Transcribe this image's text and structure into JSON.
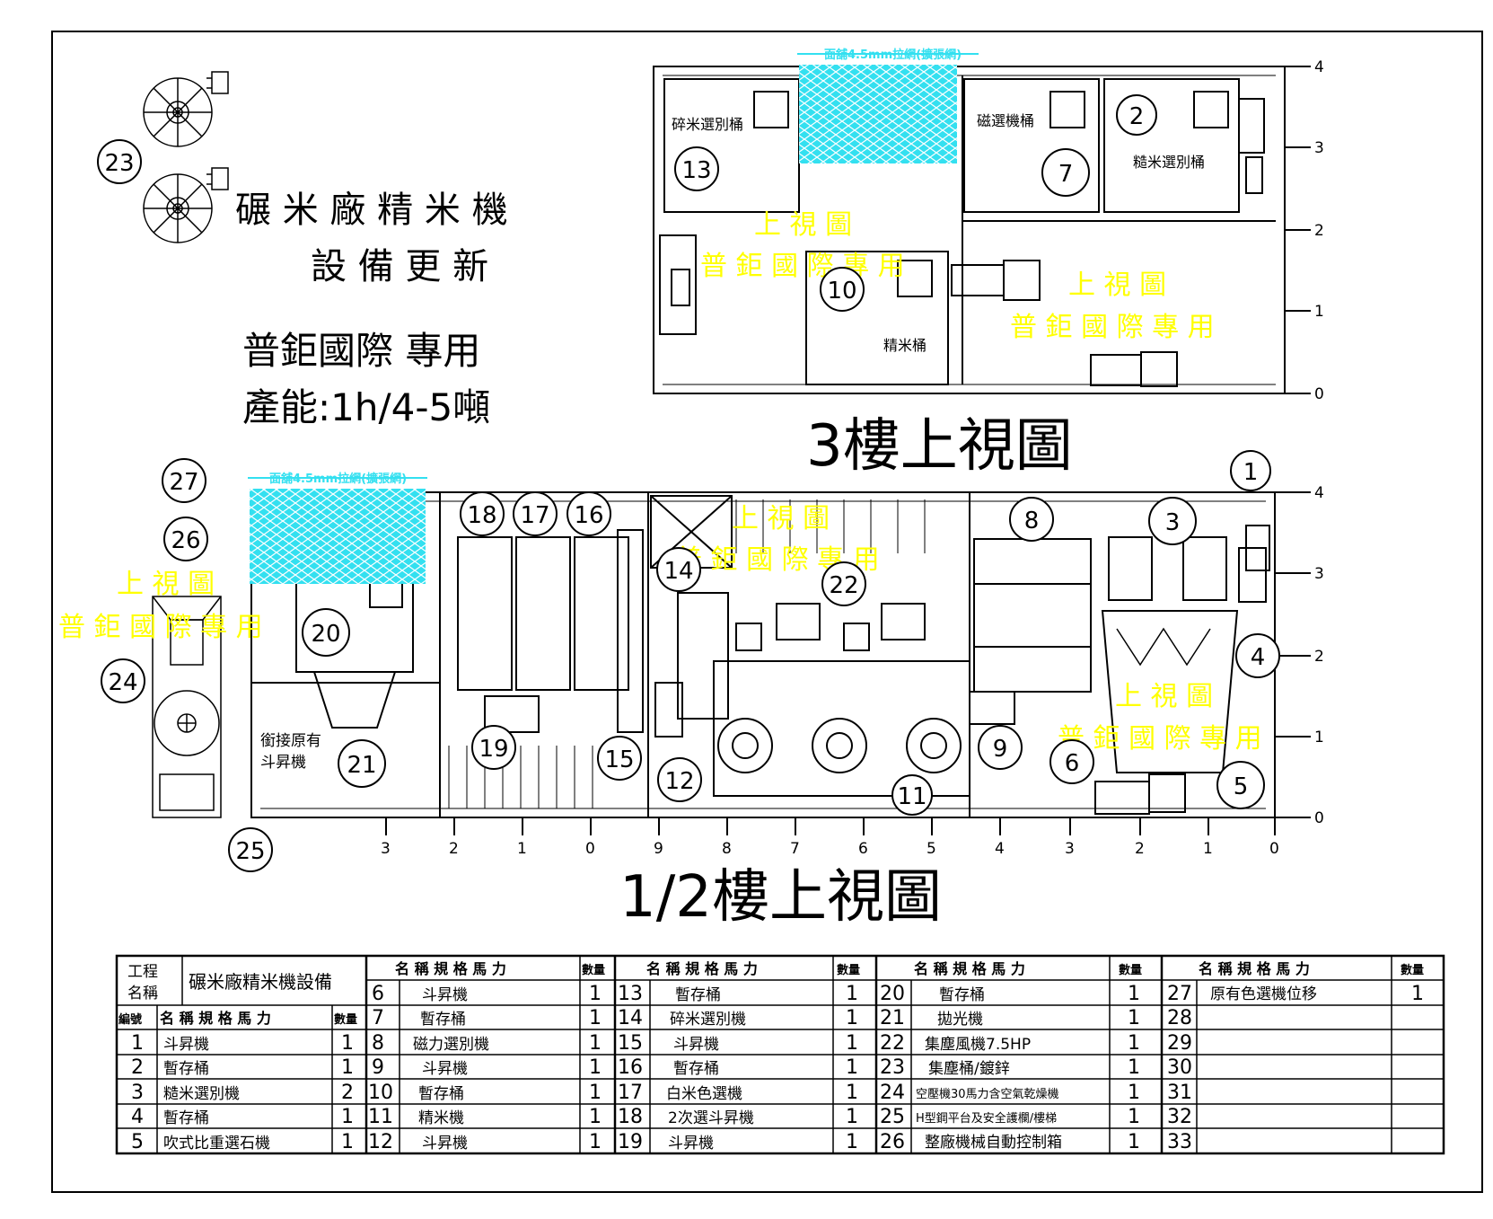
{
  "title": {
    "line1": "碾 米 廠 精 米 機",
    "line2": "設 備 更 新",
    "owner": "普鉅國際 專用",
    "capacity": "產能:1h/4-5噸"
  },
  "views": {
    "floor3": "3樓上視圖",
    "floor12": "1/2樓上視圖"
  },
  "watermark": {
    "line1": "上 視 圖",
    "line2": "普 鉅 國 際 專 用"
  },
  "mesh_label": "面舖4.5mm拉網(擴張網)",
  "floor3_labels": {
    "broken_rice": "碎米選別桶",
    "magnetic": "磁選機桶",
    "brown_rice": "糙米選別桶",
    "polish": "精米桶"
  },
  "floor12_labels": {
    "connect": "銜接原有",
    "elevator": "斗昇機"
  },
  "floor3_ticks": [
    "4",
    "3",
    "2",
    "1",
    "0"
  ],
  "floor12_ticks": [
    "4",
    "3",
    "2",
    "1",
    "0"
  ],
  "bottom_ticks": [
    "3",
    "2",
    "1",
    "0",
    "9",
    "8",
    "7",
    "6",
    "5",
    "4",
    "3",
    "2",
    "1",
    "0"
  ],
  "callouts": [
    "1",
    "2",
    "3",
    "4",
    "5",
    "6",
    "7",
    "8",
    "9",
    "10",
    "11",
    "12",
    "13",
    "14",
    "15",
    "16",
    "17",
    "18",
    "19",
    "20",
    "21",
    "22",
    "23",
    "24",
    "25",
    "26",
    "27"
  ],
  "table": {
    "project_label_1": "工程",
    "project_label_2": "名稱",
    "project_name": "碾米廠精米機設備",
    "header_no": "編號",
    "header_name": "名 稱 規 格 馬 力",
    "header_qty": "數量",
    "left_rows": [
      {
        "no": "1",
        "name": "斗昇機",
        "qty": "1"
      },
      {
        "no": "2",
        "name": "暫存桶",
        "qty": "1"
      },
      {
        "no": "3",
        "name": "糙米選別機",
        "qty": "2"
      },
      {
        "no": "4",
        "name": "暫存桶",
        "qty": "1"
      },
      {
        "no": "5",
        "name": "吹式比重選石機",
        "qty": "1"
      }
    ],
    "columns": [
      [
        {
          "no": "6",
          "name": "斗昇機",
          "qty": "1"
        },
        {
          "no": "7",
          "name": "暫存桶",
          "qty": "1"
        },
        {
          "no": "8",
          "name": "磁力選別機",
          "qty": "1"
        },
        {
          "no": "9",
          "name": "斗昇機",
          "qty": "1"
        },
        {
          "no": "10",
          "name": "暫存桶",
          "qty": "1"
        },
        {
          "no": "11",
          "name": "精米機",
          "qty": "1"
        },
        {
          "no": "12",
          "name": "斗昇機",
          "qty": "1"
        }
      ],
      [
        {
          "no": "13",
          "name": "暫存桶",
          "qty": "1"
        },
        {
          "no": "14",
          "name": "碎米選別機",
          "qty": "1"
        },
        {
          "no": "15",
          "name": "斗昇機",
          "qty": "1"
        },
        {
          "no": "16",
          "name": "暫存桶",
          "qty": "1"
        },
        {
          "no": "17",
          "name": "白米色選機",
          "qty": "1"
        },
        {
          "no": "18",
          "name": "2次選斗昇機",
          "qty": "1"
        },
        {
          "no": "19",
          "name": "斗昇機",
          "qty": "1"
        }
      ],
      [
        {
          "no": "20",
          "name": "暫存桶",
          "qty": "1"
        },
        {
          "no": "21",
          "name": "拋光機",
          "qty": "1"
        },
        {
          "no": "22",
          "name": "集塵風機7.5HP",
          "qty": "1"
        },
        {
          "no": "23",
          "name": "集塵桶/鍍鋅",
          "qty": "1"
        },
        {
          "no": "24",
          "name": "空壓機30馬力含空氣乾燥機",
          "qty": "1"
        },
        {
          "no": "25",
          "name": "H型鋼平台及安全護欄/樓梯",
          "qty": "1"
        },
        {
          "no": "26",
          "name": "整廠機械自動控制箱",
          "qty": "1"
        }
      ],
      [
        {
          "no": "27",
          "name": "原有色選機位移",
          "qty": "1"
        },
        {
          "no": "28",
          "name": "",
          "qty": ""
        },
        {
          "no": "29",
          "name": "",
          "qty": ""
        },
        {
          "no": "30",
          "name": "",
          "qty": ""
        },
        {
          "no": "31",
          "name": "",
          "qty": ""
        },
        {
          "no": "32",
          "name": "",
          "qty": ""
        },
        {
          "no": "33",
          "name": "",
          "qty": ""
        }
      ]
    ]
  },
  "colors": {
    "line": "#000000",
    "mesh": "#33e0f0",
    "watermark": "#ffff00"
  }
}
